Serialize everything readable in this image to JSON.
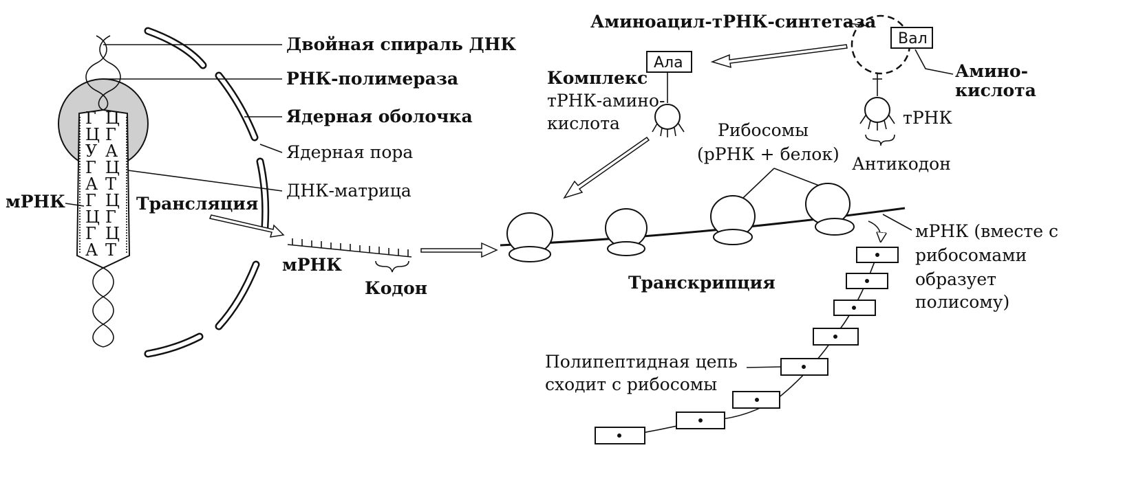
{
  "labels": {
    "dna_helix": "Двойная спираль ДНК",
    "rna_polymerase": "РНК-полимераза",
    "nuclear_envelope": "Ядерная оболочка",
    "nuclear_pore": "Ядерная пора",
    "dna_template": "ДНК-матрица",
    "mrna_left": "мРНК",
    "translation": "Трансляция",
    "mrna_mid": "мРНК",
    "codon": "Кодон",
    "synthetase": "Аминоацил-тРНК-синтетаза",
    "complex_line1": "Комплекс",
    "complex_line2": "тРНК-амино-",
    "complex_line3": "кислота",
    "ribosomes_line1": "Рибосомы",
    "ribosomes_line2": "(рРНК + белок)",
    "amino_line1": "Амино-",
    "amino_line2": "кислота",
    "trna": "тРНК",
    "anticodon": "Антикодон",
    "polysome_line1": "мРНК  (вместе с",
    "polysome_line2": "рибосомами",
    "polysome_line3": "образует",
    "polysome_line4": "полисому)",
    "transcription": "Транскрипция",
    "polypeptide_line1": "Полипептидная цепь",
    "polypeptide_line2": "сходит с рибосомы"
  },
  "boxes": {
    "ala": "Ала",
    "val": "Вал"
  },
  "nucleotides": {
    "left": [
      "Г",
      "Ц",
      "У",
      "Г",
      "А",
      "Г",
      "Ц",
      "Г",
      "А"
    ],
    "right": [
      "Ц",
      "Г",
      "А",
      "Ц",
      "Т",
      "Ц",
      "Г",
      "Ц",
      "Т"
    ]
  }
}
